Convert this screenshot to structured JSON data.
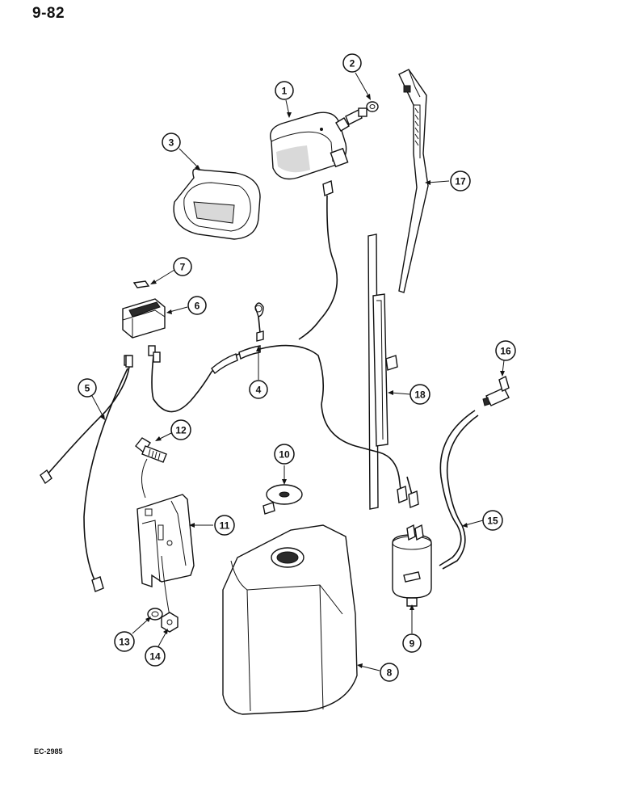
{
  "header": {
    "page_number": "9-82"
  },
  "footer": {
    "figure_code": "EC-2985"
  },
  "callouts": [
    {
      "label": "1"
    },
    {
      "label": "2"
    },
    {
      "label": "3"
    },
    {
      "label": "4"
    },
    {
      "label": "5"
    },
    {
      "label": "6"
    },
    {
      "label": "7"
    },
    {
      "label": "8"
    },
    {
      "label": "9"
    },
    {
      "label": "10"
    },
    {
      "label": "11"
    },
    {
      "label": "12"
    },
    {
      "label": "13"
    },
    {
      "label": "14"
    },
    {
      "label": "15"
    },
    {
      "label": "16"
    },
    {
      "label": "17"
    },
    {
      "label": "18"
    }
  ]
}
